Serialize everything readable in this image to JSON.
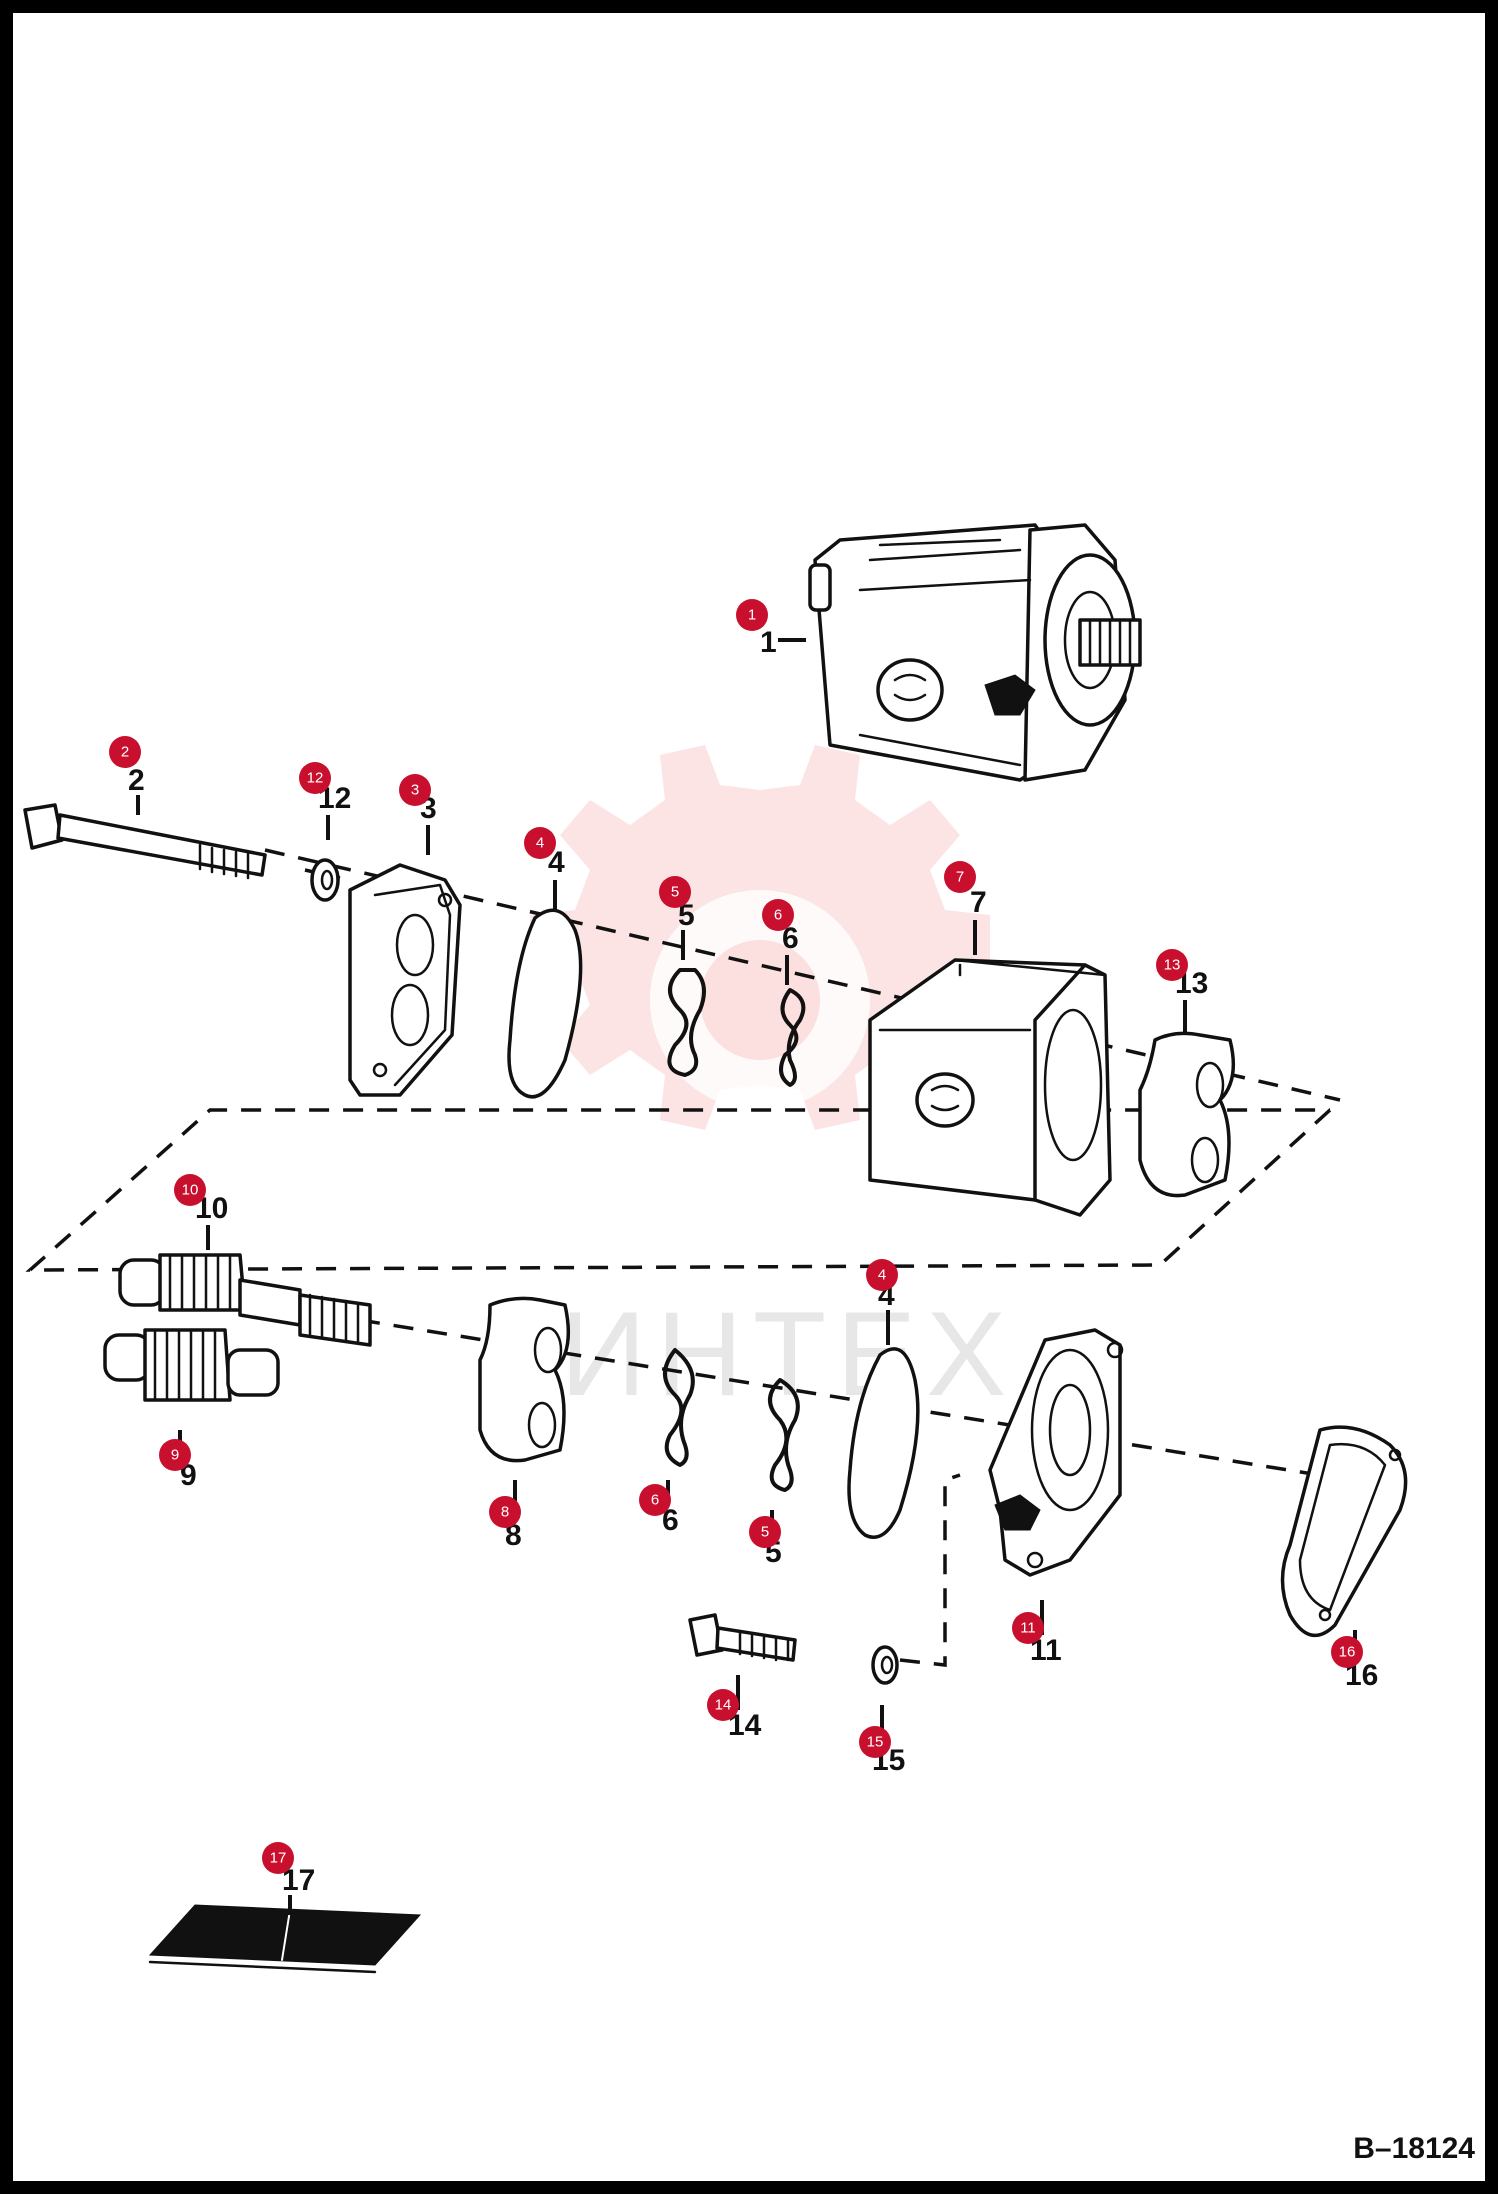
{
  "drawing": {
    "reference": "B–18124",
    "watermark_text": "ИНТЕХ",
    "callouts": [
      {
        "id": 1,
        "label": "1"
      },
      {
        "id": 2,
        "label": "2"
      },
      {
        "id": 3,
        "label": "3"
      },
      {
        "id": 4,
        "label": "4"
      },
      {
        "id": 5,
        "label": "5"
      },
      {
        "id": 6,
        "label": "6"
      },
      {
        "id": 7,
        "label": "7"
      },
      {
        "id": 8,
        "label": "8"
      },
      {
        "id": 9,
        "label": "9"
      },
      {
        "id": 10,
        "label": "10"
      },
      {
        "id": 11,
        "label": "11"
      },
      {
        "id": 12,
        "label": "12"
      },
      {
        "id": 13,
        "label": "13"
      },
      {
        "id": 14,
        "label": "14"
      },
      {
        "id": 15,
        "label": "15"
      },
      {
        "id": 16,
        "label": "16"
      },
      {
        "id": 17,
        "label": "17"
      }
    ]
  }
}
